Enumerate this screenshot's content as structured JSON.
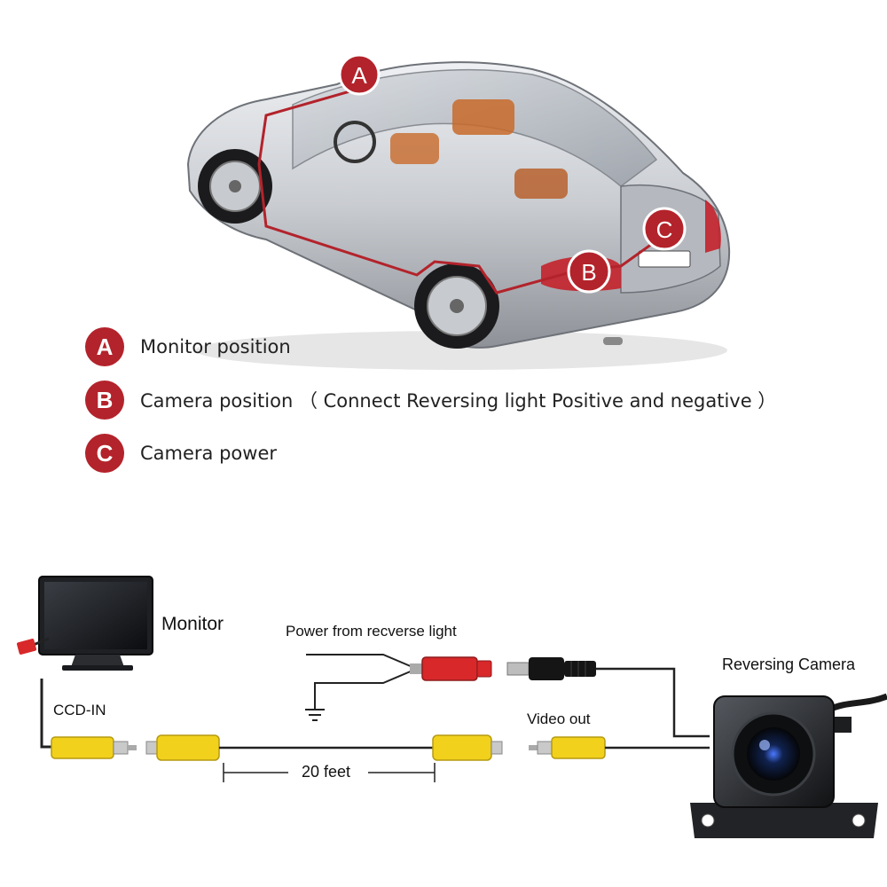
{
  "car_markers": {
    "a": "A",
    "b": "B",
    "c": "C"
  },
  "legend": [
    {
      "badge": "A",
      "text": "Monitor position"
    },
    {
      "badge": "B",
      "text": "Camera position （ Connect Reversing light Positive and negative ）"
    },
    {
      "badge": "C",
      "text": "Camera power"
    }
  ],
  "wiring": {
    "monitor_label": "Monitor",
    "ccd_in_label": "CCD-IN",
    "power_label": "Power from recverse light",
    "video_out_label": "Video out",
    "cable_length_label": "20 feet",
    "camera_label": "Reversing Camera"
  },
  "colors": {
    "badge_red": "#b3232b",
    "rca_yellow": "#f2d11c",
    "power_red": "#d8282a",
    "wire": "#333333"
  }
}
